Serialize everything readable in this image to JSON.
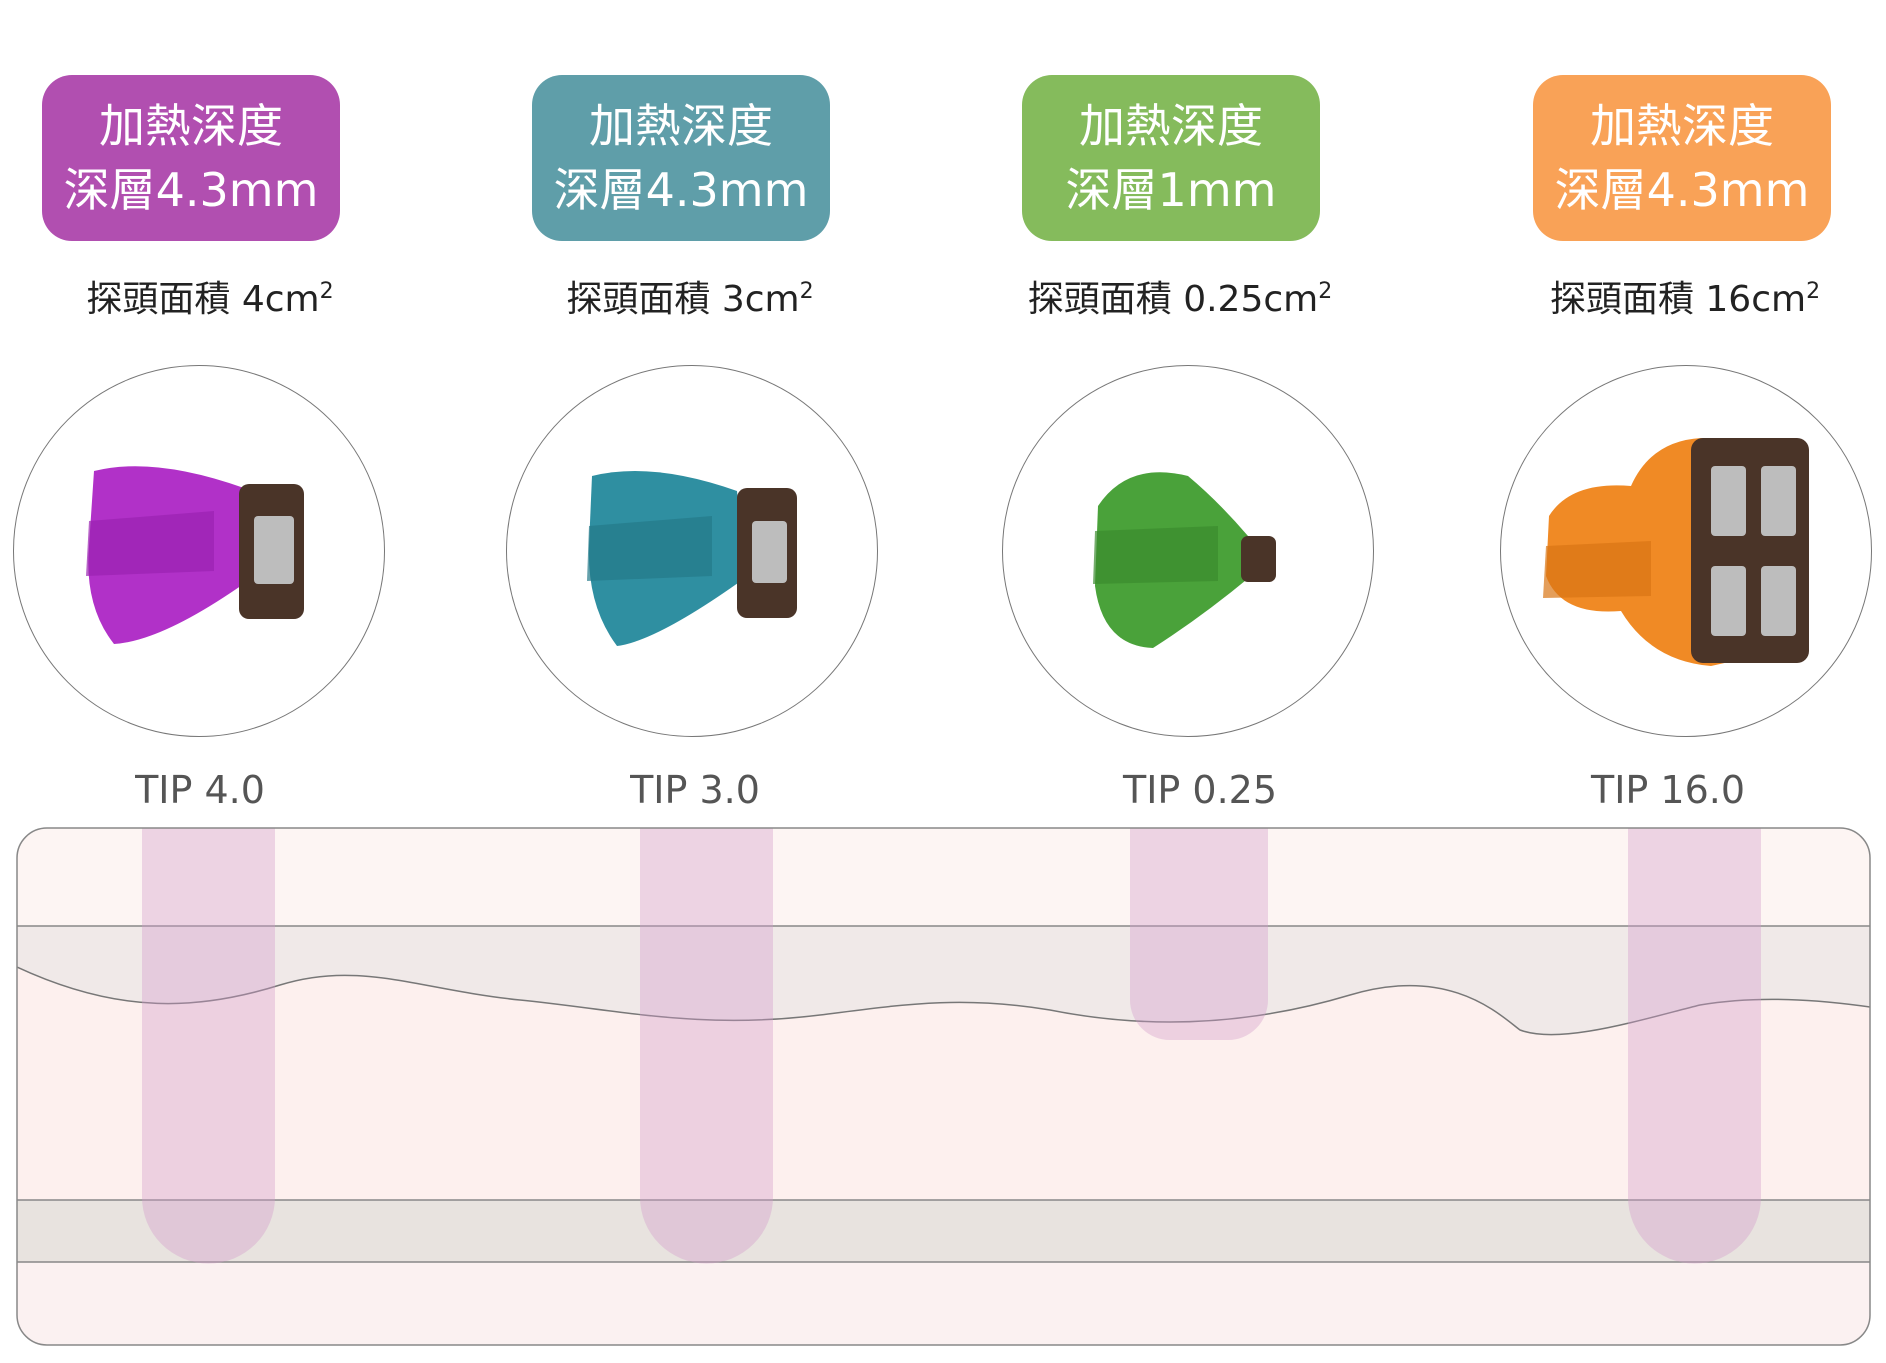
{
  "tips": [
    {
      "depth_title": "加熱深度",
      "depth_value": "深層4.3mm",
      "area_prefix": "探頭面積 4cm",
      "area_sup": "2",
      "name": "TIP 4.0",
      "color": "#b14fb0",
      "head_color": "#b131c8"
    },
    {
      "depth_title": "加熱深度",
      "depth_value": "深層4.3mm",
      "area_prefix": "探頭面積 3cm",
      "area_sup": "2",
      "name": "TIP 3.0",
      "color": "#5f9ea9",
      "head_color": "#2f8fa1"
    },
    {
      "depth_title": "加熱深度",
      "depth_value": "深層1mm",
      "area_prefix": "探頭面積 0.25cm",
      "area_sup": "2",
      "name": "TIP 0.25",
      "color": "#85bb5c",
      "head_color": "#4aa23a"
    },
    {
      "depth_title": "加熱深度",
      "depth_value": "深層4.3mm",
      "area_prefix": "探頭面積 16cm",
      "area_sup": "2",
      "name": "TIP 16.0",
      "color": "#f9a257",
      "head_color": "#f08a25"
    }
  ],
  "colors": {
    "outer_skin": "#fdf5f3",
    "epidermis": "#f0e9e8",
    "dermis": "#fdf0ee",
    "fat_band": "#e8e3df",
    "lower": "#fbf1f1",
    "heat_column": "#d19acb",
    "border": "#888888",
    "line": "#777777"
  }
}
